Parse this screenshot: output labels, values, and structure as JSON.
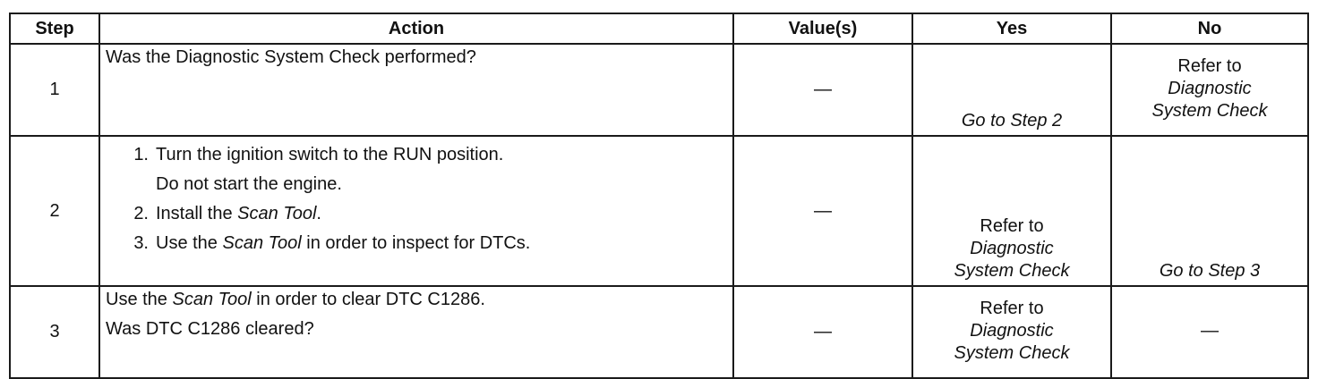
{
  "headers": {
    "step": "Step",
    "action": "Action",
    "value": "Value(s)",
    "yes": "Yes",
    "no": "No"
  },
  "rows": [
    {
      "step": "1",
      "action": "Was the Diagnostic System Check performed?",
      "value": "—",
      "yes": "Go to Step 2",
      "no": [
        "Refer to",
        "Diagnostic",
        "System Check"
      ]
    },
    {
      "step": "2",
      "action_items": [
        {
          "num": "1.",
          "pre": "Turn the ignition switch to the RUN position.",
          "cont": "Do not start the engine."
        },
        {
          "num": "2.",
          "pre": "Install the ",
          "em": "Scan Tool",
          "post": "."
        },
        {
          "num": "3.",
          "pre": "Use the ",
          "em": "Scan Tool",
          "post": " in order to inspect for DTCs."
        }
      ],
      "value": "—",
      "yes": [
        "Refer to",
        "Diagnostic",
        "System Check"
      ],
      "no": "Go to Step 3"
    },
    {
      "step": "3",
      "action_lines": [
        {
          "pre": "Use the ",
          "em": "Scan Tool",
          "post": " in order to clear DTC C1286."
        },
        {
          "pre": "Was DTC C1286 cleared?"
        }
      ],
      "value": "—",
      "yes": [
        "Refer to",
        "Diagnostic",
        "System Check"
      ],
      "no": "—"
    }
  ]
}
